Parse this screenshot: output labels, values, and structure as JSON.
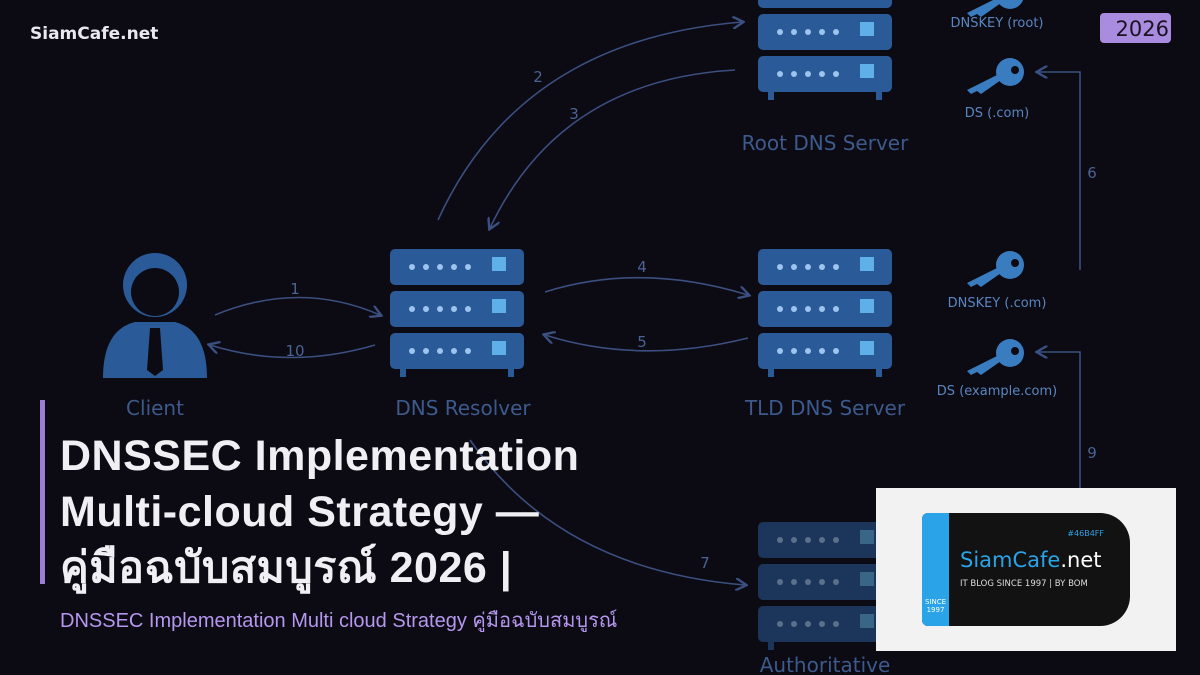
{
  "header": {
    "brand": "SiamCafe.net",
    "year_badge": "2026"
  },
  "diagram": {
    "nodes": {
      "client": "Client",
      "resolver": "DNS Resolver",
      "root": "Root DNS Server",
      "tld": "TLD DNS Server",
      "auth": "Authoritative"
    },
    "keys": [
      "DNSKEY (root)",
      "DS (.com)",
      "DNSKEY (.com)",
      "DS (example.com)"
    ],
    "steps": [
      "1",
      "2",
      "3",
      "4",
      "5",
      "6",
      "7",
      "9",
      "10"
    ],
    "colors": {
      "server": "#2d5f9e",
      "arrow": "#3b4f80",
      "key": "#3a7cc0"
    }
  },
  "article": {
    "title_lines": [
      "DNSSEC Implementation",
      "Multi-cloud Strategy —",
      "คู่มือฉบับสมบูรณ์ 2026 |"
    ],
    "subtitle": "DNSSEC Implementation Multi cloud Strategy คู่มือฉบับสมบูรณ์",
    "accent": "#9a7fd6"
  },
  "logo": {
    "hex": "#46B4FF",
    "name_main": "SiamCafe",
    "name_tld": ".net",
    "tagline": "IT BLOG SINCE 1997 | BY BOM",
    "since": "SINCE",
    "since_year": "1997"
  }
}
